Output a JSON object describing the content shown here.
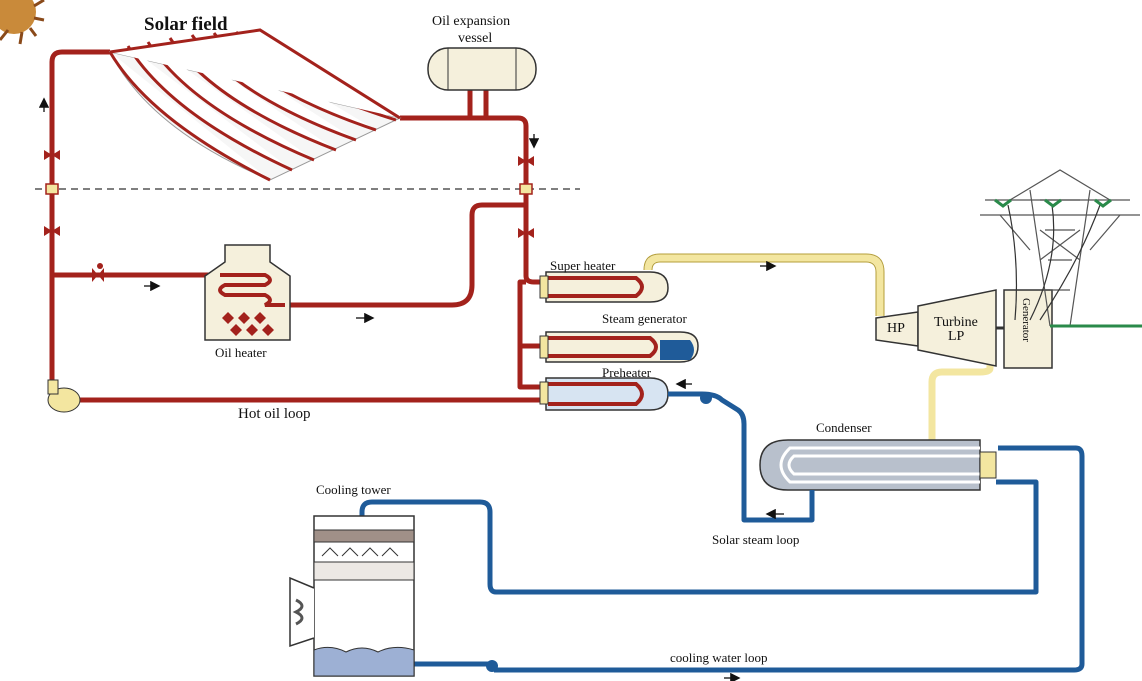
{
  "diagram": {
    "title": "Solar field",
    "labels": {
      "expansion_line1": "Oil expansion",
      "expansion_line2": "vessel",
      "oil_heater": "Oil heater",
      "hot_oil_loop": "Hot oil loop",
      "super_heater": "Super heater",
      "steam_generator": "Steam generator",
      "preheater": "Preheater",
      "hp": "HP",
      "turbine": "Turbine",
      "lp": "LP",
      "generator": "Generator",
      "condenser": "Condenser",
      "solar_steam_loop": "Solar steam loop",
      "cooling_tower": "Cooling tower",
      "cooling_water_loop": "cooling water loop"
    },
    "colors": {
      "oil": "#a3221c",
      "steam": "#f3e6a0",
      "water": "#1f5b99",
      "shell": "#f5f0dc"
    }
  }
}
